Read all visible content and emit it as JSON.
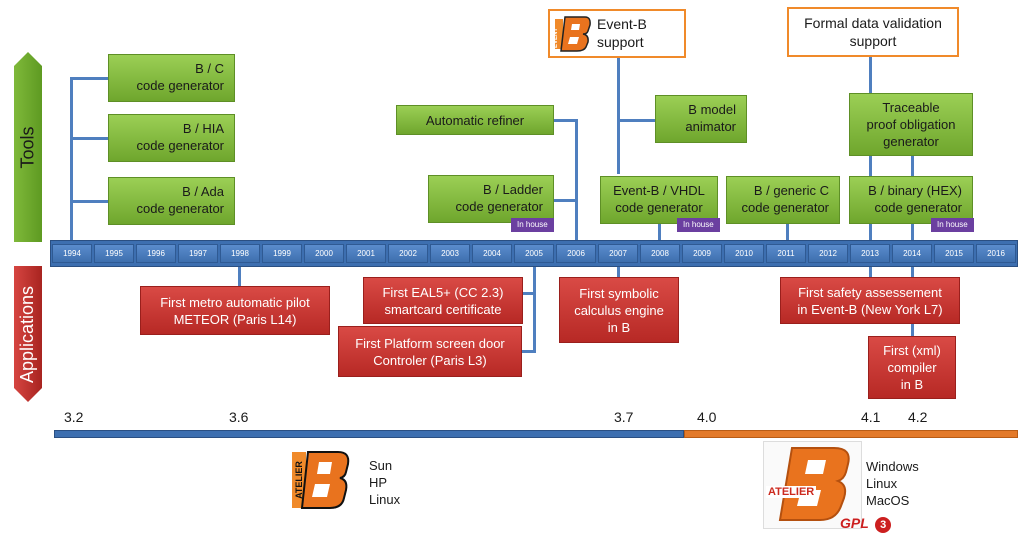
{
  "side_labels": {
    "tools": "Tools",
    "applications": "Applications"
  },
  "years": [
    "1994",
    "1995",
    "1996",
    "1997",
    "1998",
    "1999",
    "2000",
    "2001",
    "2002",
    "2003",
    "2004",
    "2005",
    "2006",
    "2007",
    "2008",
    "2009",
    "2010",
    "2011",
    "2012",
    "2013",
    "2014",
    "2015",
    "2016"
  ],
  "tools": {
    "bc": [
      "B / C",
      "code generator"
    ],
    "bhia": [
      "B / HIA",
      "code generator"
    ],
    "bada": [
      "B / Ada",
      "code generator"
    ],
    "refiner": "Automatic refiner",
    "ladder": [
      "B / Ladder",
      "code generator"
    ],
    "animator": [
      "B model",
      "animator"
    ],
    "vhdl": [
      "Event-B / VHDL",
      "code generator"
    ],
    "genericc": [
      "B / generic C",
      "code generator"
    ],
    "traceable": [
      "Traceable",
      "proof obligation",
      "generator"
    ],
    "binary": [
      "B / binary (HEX)",
      "code generator"
    ]
  },
  "inhouse": "In house",
  "highlights": {
    "eventb": [
      "Event-B",
      "support"
    ],
    "event_logo": "EVENT",
    "formal": [
      "Formal data validation",
      "support"
    ]
  },
  "applications": {
    "metro": [
      "First metro automatic pilot",
      "METEOR (Paris L14)"
    ],
    "eal5": [
      "First EAL5+ (CC 2.3)",
      "smartcard certificate"
    ],
    "platform": [
      "First Platform screen door",
      "Controler (Paris L3)"
    ],
    "symbolic": [
      "First symbolic",
      "calculus engine",
      "in B"
    ],
    "safety": [
      "First safety assessement",
      "in Event-B (New York L7)"
    ],
    "xml": [
      "First (xml)",
      "compiler",
      "in B"
    ]
  },
  "versions": {
    "v32": "3.2",
    "v36": "3.6",
    "v37": "3.7",
    "v40": "4.0",
    "v41": "4.1",
    "v42": "4.2"
  },
  "platforms_old": [
    "Sun",
    "HP",
    "Linux"
  ],
  "platforms_new": [
    "Windows",
    "Linux",
    "MacOS"
  ],
  "logos": {
    "atelier": "ATELIER",
    "b": "B",
    "gpl": "GPL",
    "gpl_v": "3"
  },
  "colors": {
    "tool_green": "#8cc63f",
    "app_red": "#c0302c",
    "timeline_blue": "#3d6fb0",
    "highlight_orange": "#f08a2a",
    "inhouse_purple": "#6b3fa0",
    "gpl_red": "#cc1f1f"
  }
}
